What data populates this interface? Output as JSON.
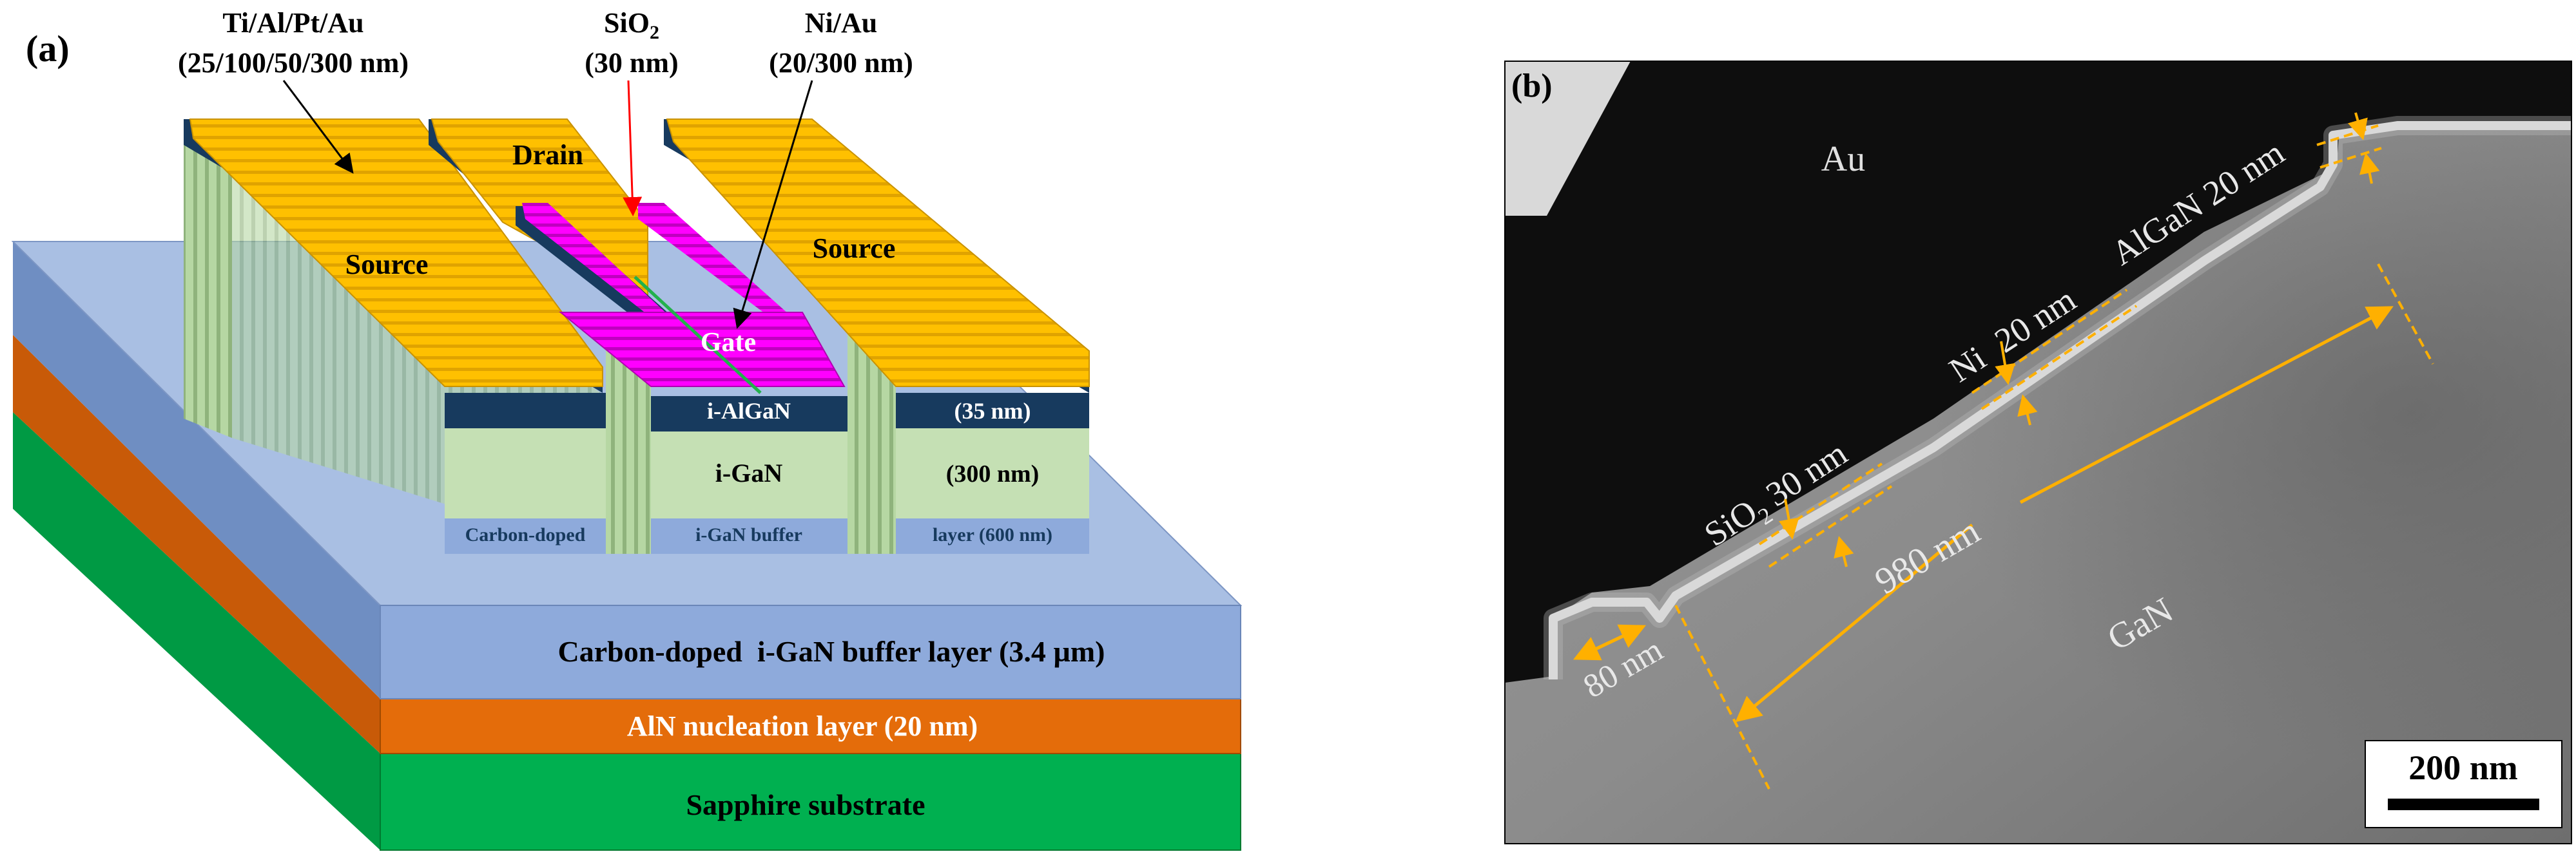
{
  "panel_a": {
    "label": "(a)",
    "annotations": {
      "metal_stack": "Ti/Al/Pt/Au",
      "metal_thickness": "(25/100/50/300 nm)",
      "oxide": "SiO",
      "oxide_sub": "2",
      "oxide_thickness": "(30 nm)",
      "gate_metal": "Ni/Au",
      "gate_thickness": "(20/300 nm)"
    },
    "electrodes": {
      "drain": "Drain",
      "source_left": "Source",
      "source_right": "Source",
      "gate": "Gate"
    },
    "fin_layers": {
      "barrier": "i-AlGaN",
      "barrier_thickness": "(35 nm)",
      "channel": "i-GaN",
      "channel_thickness": "(300 nm)",
      "buffer_a": "Carbon-doped",
      "buffer_b": "i-GaN buffer",
      "buffer_c": "layer (600 nm)"
    },
    "substrate_layers": {
      "buffer": "Carbon-doped  i-GaN buffer layer (3.4 µm)",
      "nucleation": "AlN nucleation layer (20 nm)",
      "substrate": "Sapphire substrate"
    },
    "colors": {
      "gold": "#ffc000",
      "magenta": "#ff00ff",
      "navy": "#173a5e",
      "light_green": "#c5e0b4",
      "light_blue": "#8eaadb",
      "orange": "#e46c0a",
      "green": "#00b050",
      "sio2_green": "#22b14c"
    }
  },
  "panel_b": {
    "label": "(b)",
    "regions": {
      "metal": "Au",
      "semiconductor": "GaN"
    },
    "measurements": {
      "algan": "AlGaN 20 nm",
      "ni_label": "Ni",
      "ni_value": "20 nm",
      "sio2_label": "SiO",
      "sio2_sub": "2",
      "sio2_value": "30 nm",
      "fin_width": "980 nm",
      "step": "80 nm"
    },
    "scale_bar": "200 nm",
    "colors": {
      "annotation": "#ffb000",
      "dark": "#0e0e0e",
      "gray": "#8a8a8a"
    }
  }
}
